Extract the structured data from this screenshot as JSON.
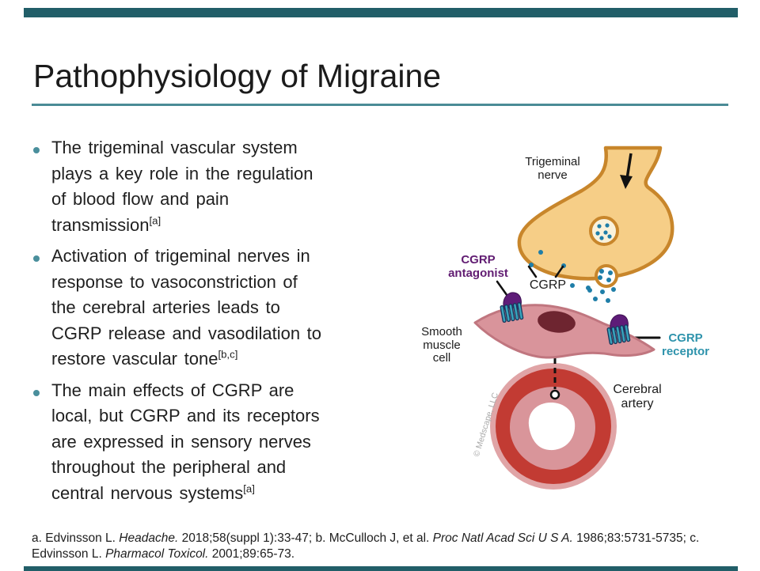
{
  "slide": {
    "title": "Pathophysiology of Migraine",
    "bullets": [
      {
        "text": "The trigeminal vascular system\nplays a key role in the regulation\nof blood flow and pain\ntransmission",
        "sup": "[a]"
      },
      {
        "text": "Activation of trigeminal nerves in\nresponse to vasoconstriction of\nthe cerebral arteries leads to\nCGRP release and vasodilation to\nrestore vascular tone",
        "sup": "[b,c]"
      },
      {
        "text": "The main effects of CGRP are\nlocal, but CGRP and its receptors\nare expressed in sensory nerves\nthroughout the peripheral and\ncentral nervous systems",
        "sup": "[a]"
      }
    ],
    "diagram": {
      "labels": {
        "trigeminal_nerve": "Trigeminal\nnerve",
        "cgrp_antagonist": "CGRP\nantagonist",
        "cgrp": "CGRP",
        "smooth_muscle_cell": "Smooth\nmuscle\ncell",
        "cgrp_receptor": "CGRP\nreceptor",
        "cerebral_artery": "Cerebral\nartery",
        "copyright": "© Medscape, LLC"
      }
    },
    "footer": {
      "segments": [
        {
          "text": "a. Edvinsson L. ",
          "italic": false
        },
        {
          "text": "Headache.",
          "italic": true
        },
        {
          "text": " 2018;58(suppl 1):33-47; b. McCulloch J, et al. ",
          "italic": false
        },
        {
          "text": "Proc Natl Acad Sci U S A.",
          "italic": true
        },
        {
          "text": " 1986;83:5731-5735; c. Edvinsson L. ",
          "italic": false
        },
        {
          "text": "Pharmacol Toxicol.",
          "italic": true
        },
        {
          "text": " 2001;89:65-73.",
          "italic": false
        }
      ]
    },
    "colors": {
      "accent_bar_teal": "#215e68",
      "title_underline_teal": "#4a8b96",
      "bullet_marker_teal": "#4a8f9c",
      "antagonist_purple": "#611c72",
      "receptor_label_teal": "#2e93ac",
      "nerve_fill": "#f6ce87",
      "nerve_outline": "#c8862b",
      "cgrp_dot_teal": "#1f7ea8",
      "muscle_cell_pink": "#d9949b",
      "nucleus_maroon": "#6e2530",
      "artery_red": "#c23b33",
      "artery_inner_pink": "#d9959a"
    }
  }
}
